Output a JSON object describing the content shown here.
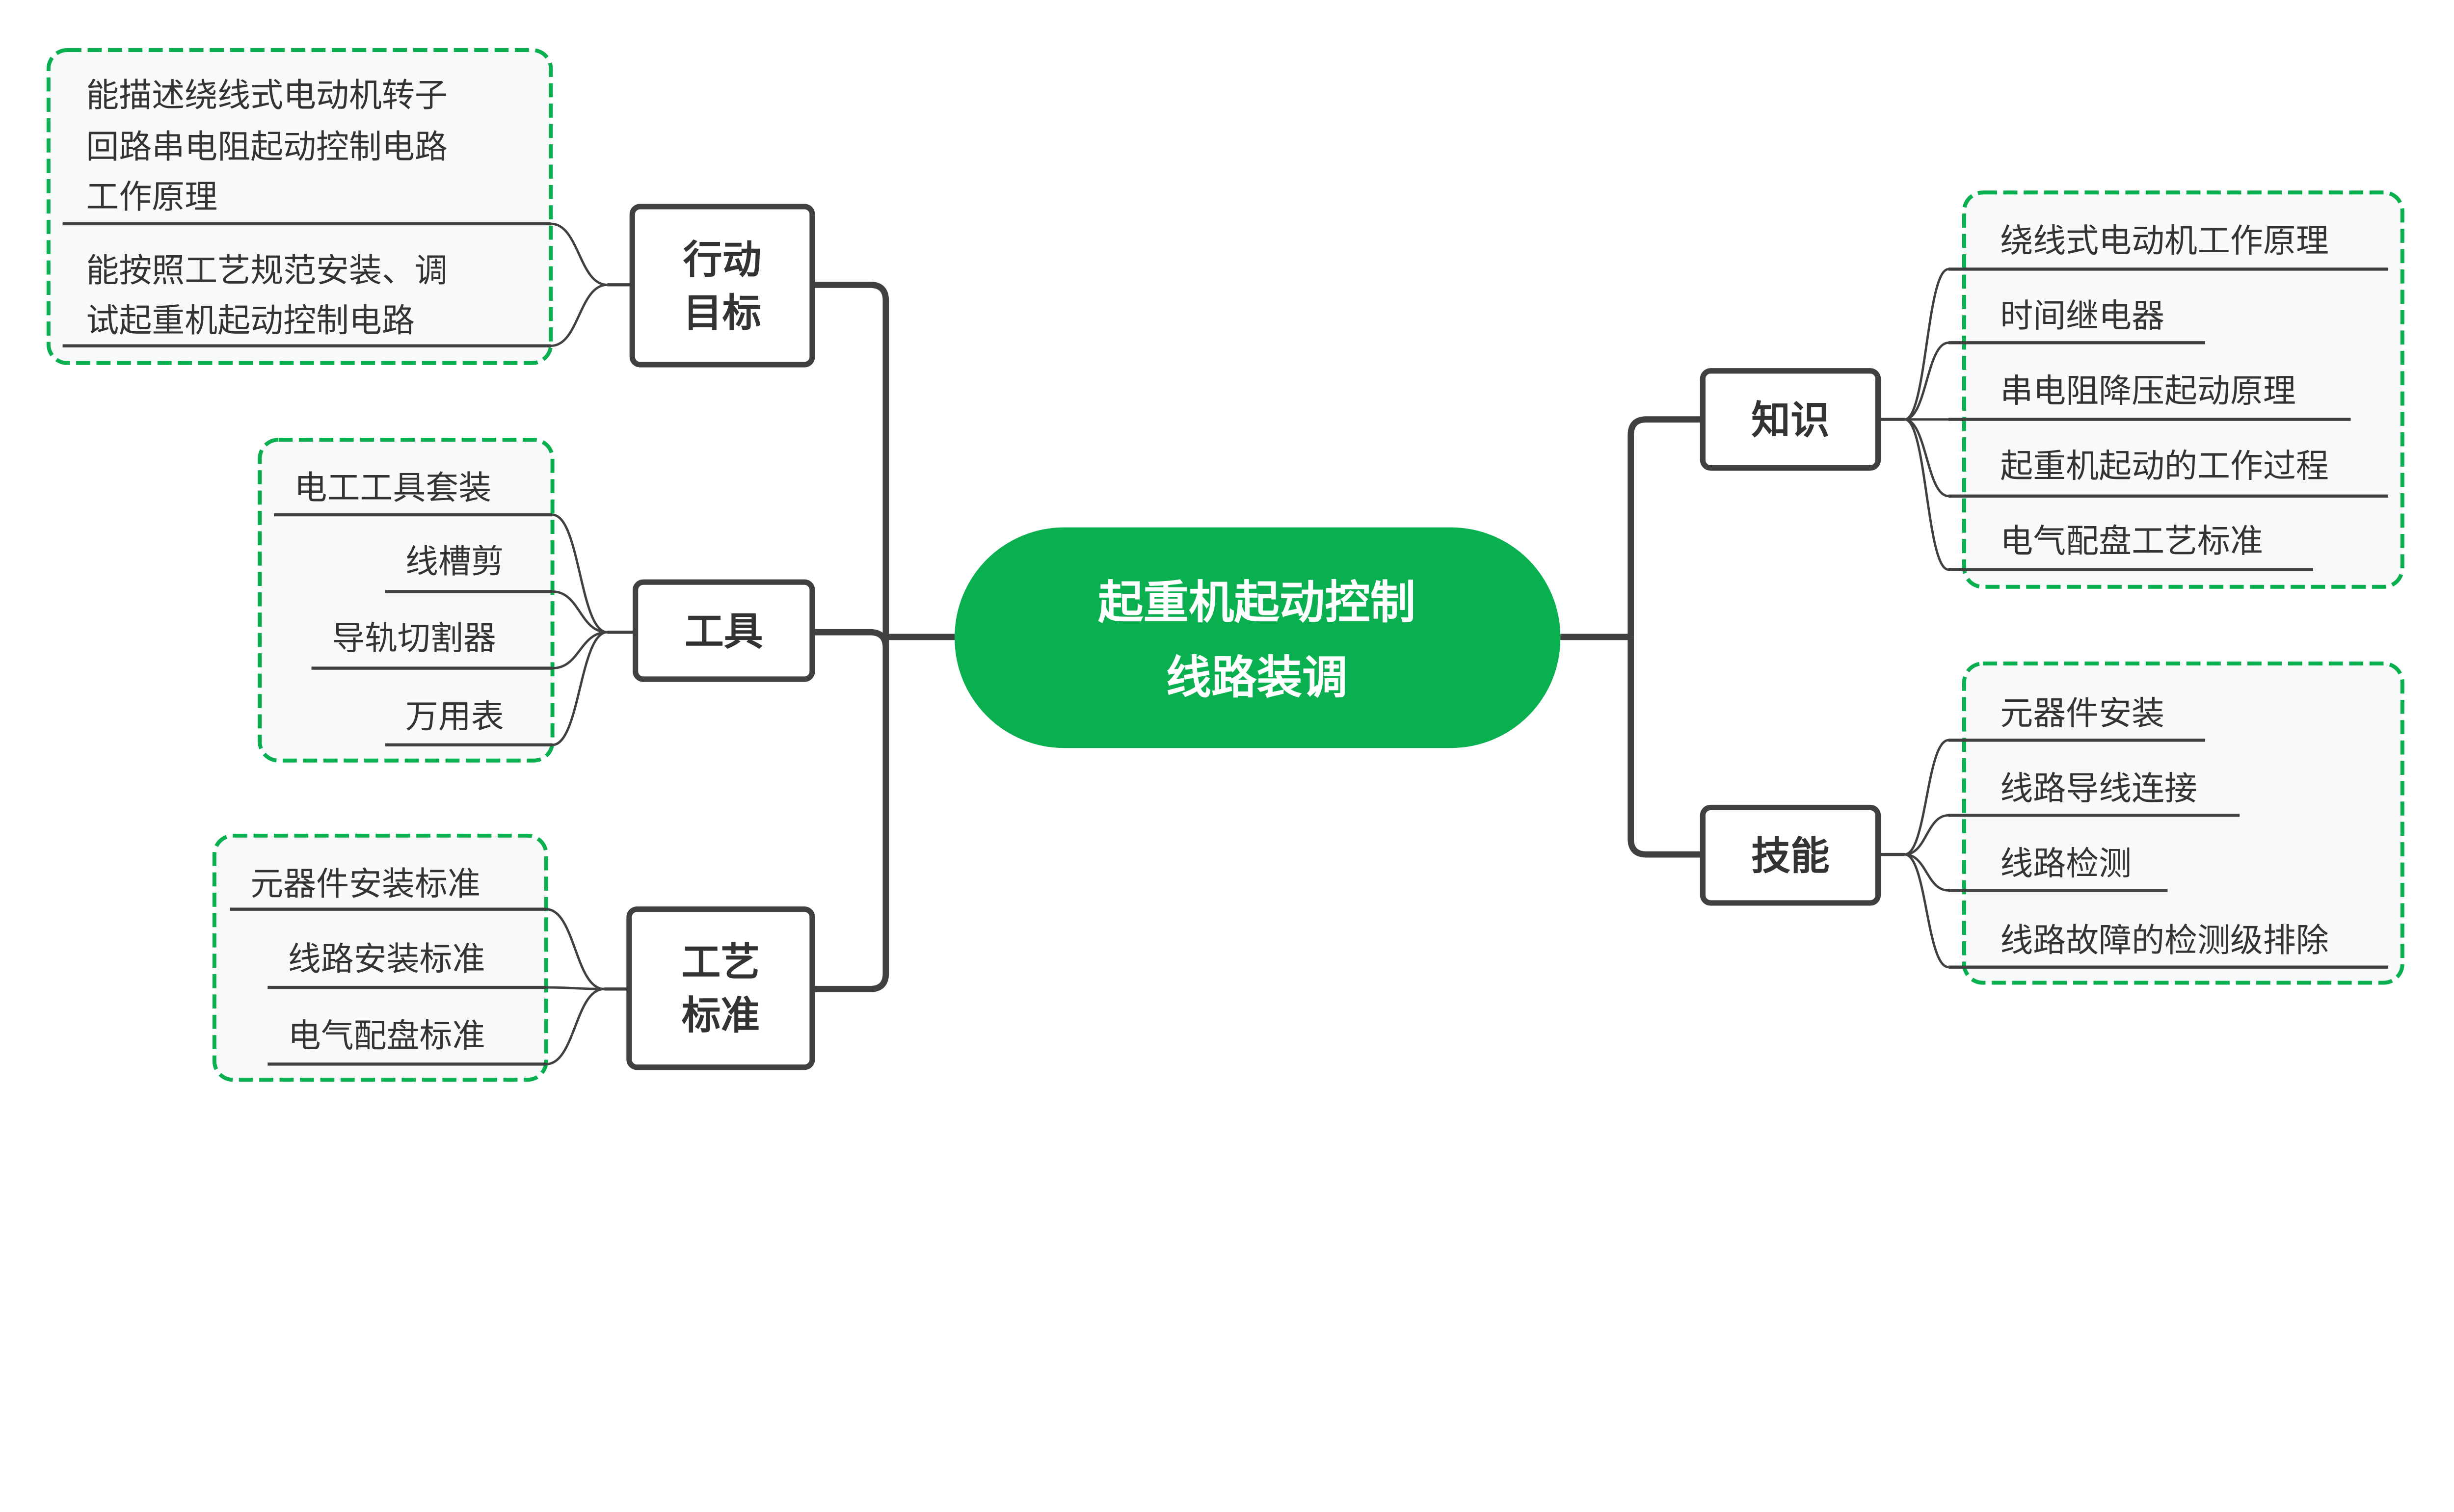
{
  "colors": {
    "root_fill": "#0aaf4f",
    "group_border": "#0aaf4f",
    "line": "#404040",
    "text": "#333333"
  },
  "root": {
    "lines": [
      "起重机起动控制",
      "线路装调"
    ]
  },
  "branches": [
    {
      "lines": [
        "行动",
        "目标"
      ],
      "leaves": [
        {
          "lines": [
            "能描述绕线式电动机转子",
            "回路串电阻起动控制电路",
            "工作原理"
          ]
        },
        {
          "lines": [
            "能按照工艺规范安装、调",
            "试起重机起动控制电路"
          ]
        }
      ]
    },
    {
      "lines": [
        "工具"
      ],
      "leaves": [
        {
          "lines": [
            "电工工具套装"
          ]
        },
        {
          "lines": [
            "线槽剪"
          ]
        },
        {
          "lines": [
            "导轨切割器"
          ]
        },
        {
          "lines": [
            "万用表"
          ]
        }
      ]
    },
    {
      "lines": [
        "工艺",
        "标准"
      ],
      "leaves": [
        {
          "lines": [
            "元器件安装标准"
          ]
        },
        {
          "lines": [
            "线路安装标准"
          ]
        },
        {
          "lines": [
            "电气配盘标准"
          ]
        }
      ]
    },
    {
      "lines": [
        "知识"
      ],
      "leaves": [
        {
          "lines": [
            "绕线式电动机工作原理"
          ]
        },
        {
          "lines": [
            "时间继电器"
          ]
        },
        {
          "lines": [
            "串电阻降压起动原理"
          ]
        },
        {
          "lines": [
            "起重机起动的工作过程"
          ]
        },
        {
          "lines": [
            "电气配盘工艺标准"
          ]
        }
      ]
    },
    {
      "lines": [
        "技能"
      ],
      "leaves": [
        {
          "lines": [
            "元器件安装"
          ]
        },
        {
          "lines": [
            "线路导线连接"
          ]
        },
        {
          "lines": [
            "线路检测"
          ]
        },
        {
          "lines": [
            "线路故障的检测级排除"
          ]
        }
      ]
    }
  ]
}
